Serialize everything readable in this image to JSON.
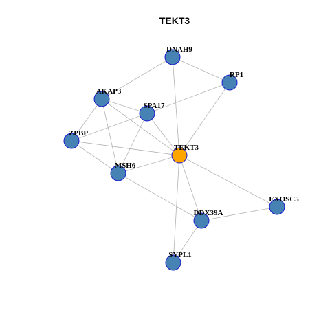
{
  "title": "TEKT3",
  "colors": {
    "center_node": "#FFA500",
    "default_node": "#4682B4",
    "node_border": "#1A1ACC",
    "edge": "#B3B3B3"
  },
  "nodes": [
    {
      "id": "DNAH9",
      "label": "DNAH9",
      "center": false
    },
    {
      "id": "RP1",
      "label": "RP1",
      "center": false
    },
    {
      "id": "AKAP3",
      "label": "AKAP3",
      "center": false
    },
    {
      "id": "SPA17",
      "label": "SPA17",
      "center": false
    },
    {
      "id": "ZPBP",
      "label": "ZPBP",
      "center": false
    },
    {
      "id": "TEKT3",
      "label": "TEKT3",
      "center": true
    },
    {
      "id": "MSH6",
      "label": "MSH6",
      "center": false
    },
    {
      "id": "EXOSC5",
      "label": "EXOSC5",
      "center": false
    },
    {
      "id": "DDX39A",
      "label": "DDX39A",
      "center": false
    },
    {
      "id": "SYPL1",
      "label": "SYPL1",
      "center": false
    }
  ],
  "edges": [
    [
      "DNAH9",
      "RP1"
    ],
    [
      "DNAH9",
      "AKAP3"
    ],
    [
      "DNAH9",
      "TEKT3"
    ],
    [
      "RP1",
      "SPA17"
    ],
    [
      "RP1",
      "TEKT3"
    ],
    [
      "AKAP3",
      "SPA17"
    ],
    [
      "AKAP3",
      "ZPBP"
    ],
    [
      "AKAP3",
      "TEKT3"
    ],
    [
      "AKAP3",
      "MSH6"
    ],
    [
      "SPA17",
      "ZPBP"
    ],
    [
      "SPA17",
      "TEKT3"
    ],
    [
      "SPA17",
      "MSH6"
    ],
    [
      "ZPBP",
      "TEKT3"
    ],
    [
      "ZPBP",
      "MSH6"
    ],
    [
      "MSH6",
      "TEKT3"
    ],
    [
      "MSH6",
      "DDX39A"
    ],
    [
      "TEKT3",
      "EXOSC5"
    ],
    [
      "TEKT3",
      "DDX39A"
    ],
    [
      "TEKT3",
      "SYPL1"
    ],
    [
      "EXOSC5",
      "DDX39A"
    ],
    [
      "DDX39A",
      "SYPL1"
    ]
  ]
}
